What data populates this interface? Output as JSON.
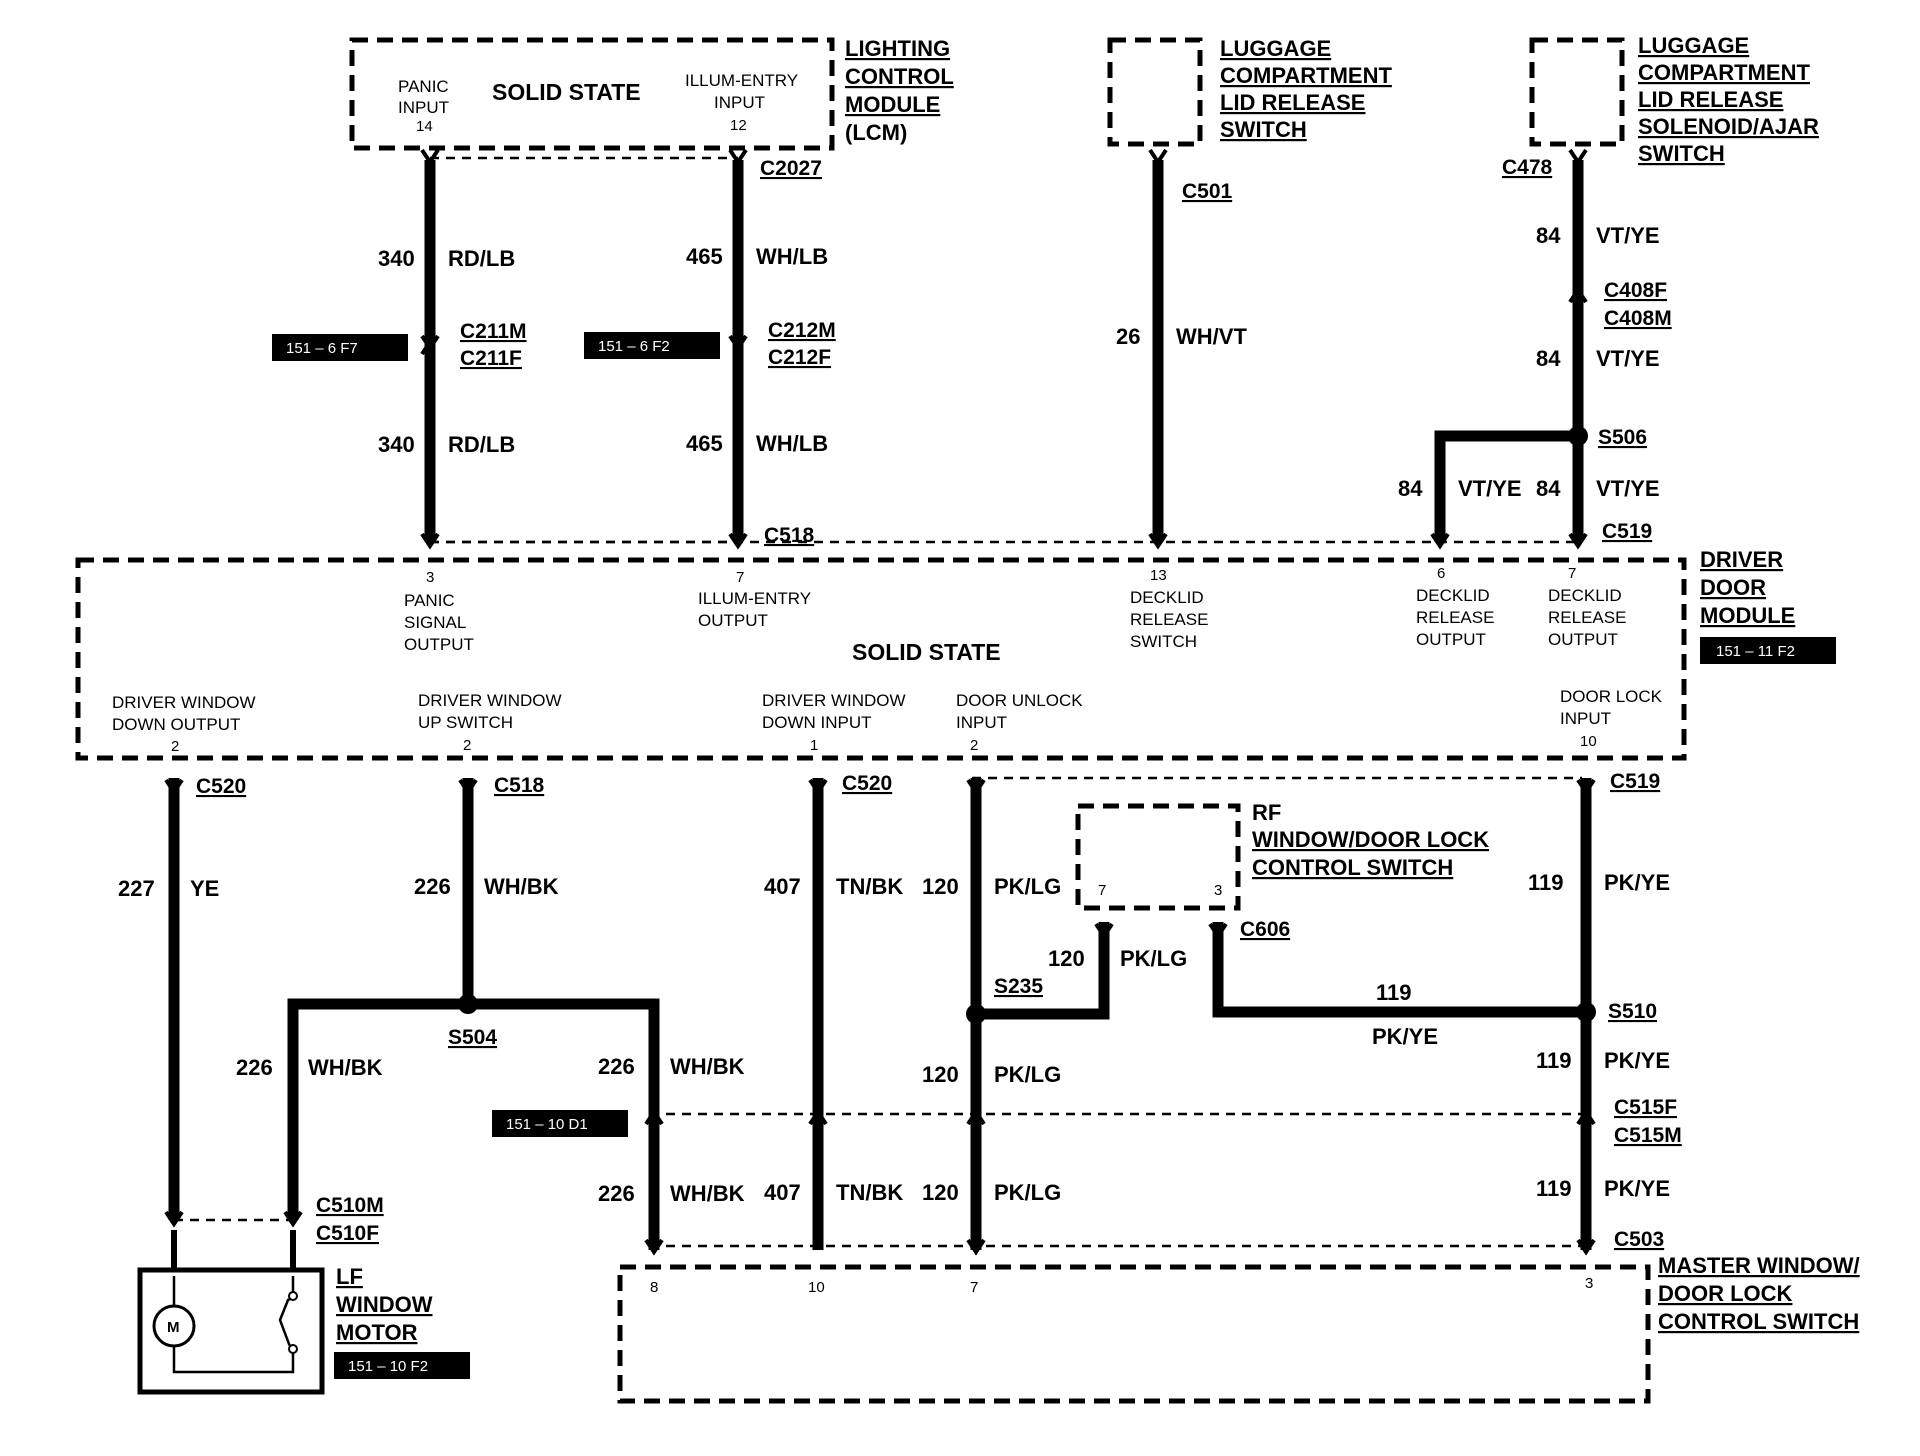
{
  "components": {
    "lcm": {
      "lines": [
        "LIGHTING",
        "CONTROL",
        "MODULE",
        "(LCM)"
      ],
      "center": "SOLID STATE",
      "pin_panic": [
        "PANIC",
        "INPUT",
        "14"
      ],
      "pin_illum": [
        "ILLUM-ENTRY",
        "INPUT",
        "12"
      ]
    },
    "lid_switch": {
      "lines": [
        "LUGGAGE",
        "COMPARTMENT",
        "LID RELEASE",
        "SWITCH"
      ]
    },
    "solenoid": {
      "lines": [
        "LUGGAGE",
        "COMPARTMENT",
        "LID RELEASE",
        "SOLENOID/AJAR",
        "SWITCH"
      ]
    },
    "ddm": {
      "lines": [
        "DRIVER",
        "DOOR",
        "MODULE"
      ],
      "ref": "151 – 11 F2",
      "center": "SOLID STATE",
      "top_pins": [
        [
          "3",
          "PANIC",
          "SIGNAL",
          "OUTPUT"
        ],
        [
          "7",
          "ILLUM-ENTRY",
          "OUTPUT"
        ],
        [
          "13",
          "DECKLID",
          "RELEASE",
          "SWITCH"
        ],
        [
          "6",
          "DECKLID",
          "RELEASE",
          "OUTPUT"
        ],
        [
          "7",
          "DECKLID",
          "RELEASE",
          "OUTPUT"
        ]
      ],
      "bottom_pins": [
        [
          "DRIVER  WINDOW",
          "DOWN OUTPUT",
          "2"
        ],
        [
          "DRIVER  WINDOW",
          "UP  SWITCH",
          "2"
        ],
        [
          "DRIVER  WINDOW",
          "DOWN  INPUT",
          "1"
        ],
        [
          "DOOR UNLOCK",
          "INPUT",
          "2"
        ],
        [
          "DOOR  LOCK",
          "INPUT",
          "10"
        ]
      ]
    },
    "rf_switch": {
      "lines": [
        "RF",
        "WINDOW/DOOR LOCK",
        "CONTROL SWITCH"
      ],
      "pin_left": "7",
      "pin_right": "3"
    },
    "lf_motor": {
      "lines": [
        "LF",
        "WINDOW",
        "MOTOR"
      ],
      "ref": "151 – 10 F2",
      "motor_symbol": "M"
    },
    "master_switch": {
      "lines": [
        "MASTER WINDOW/",
        "DOOR LOCK",
        "CONTROL SWITCH"
      ],
      "pins": [
        "8",
        "10",
        "7",
        "3"
      ]
    }
  },
  "connectors": {
    "c2027": "C2027",
    "c211m": "C211M",
    "c211f": "C211F",
    "c212m": "C212M",
    "c212f": "C212F",
    "c518_top": "C518",
    "c501": "C501",
    "c478": "C478",
    "c408f": "C408F",
    "c408m": "C408M",
    "s506": "S506",
    "c519_top": "C519",
    "c520_left": "C520",
    "c518_mid": "C518",
    "c520_mid": "C520",
    "c519_right": "C519",
    "c606": "C606",
    "s235": "S235",
    "s504": "S504",
    "s510": "S510",
    "c515f": "C515F",
    "c515m": "C515M",
    "c510m": "C510M",
    "c510f": "C510F",
    "c503": "C503"
  },
  "refs": {
    "r1": "151 – 6 F7",
    "r2": "151 – 6 F2",
    "r3": "151 – 10 D1"
  },
  "wires": {
    "w340a": [
      "340",
      "RD/LB"
    ],
    "w340b": [
      "340",
      "RD/LB"
    ],
    "w465a": [
      "465",
      "WH/LB"
    ],
    "w465b": [
      "465",
      "WH/LB"
    ],
    "w26": [
      "26",
      "WH/VT"
    ],
    "w84a": [
      "84",
      "VT/YE"
    ],
    "w84b": [
      "84",
      "VT/YE"
    ],
    "w84c": [
      "84",
      "VT/YE"
    ],
    "w84d": [
      "84",
      "VT/YE"
    ],
    "w227": [
      "227",
      "YE"
    ],
    "w226a": [
      "226",
      "WH/BK"
    ],
    "w226b": [
      "226",
      "WH/BK"
    ],
    "w226c": [
      "226",
      "WH/BK"
    ],
    "w226d": [
      "226",
      "WH/BK"
    ],
    "w407a": [
      "407",
      "TN/BK"
    ],
    "w407b": [
      "407",
      "TN/BK"
    ],
    "w120a": [
      "120",
      "PK/LG"
    ],
    "w120b": [
      "120",
      "PK/LG"
    ],
    "w120c": [
      "120",
      "PK/LG"
    ],
    "w120d": [
      "120",
      "PK/LG"
    ],
    "w119a": [
      "119",
      "PK/YE"
    ],
    "w119b": [
      "119",
      "PK/YE"
    ],
    "w119c": [
      "119",
      "PK/YE"
    ],
    "w119d": [
      "119",
      "PK/YE"
    ]
  }
}
